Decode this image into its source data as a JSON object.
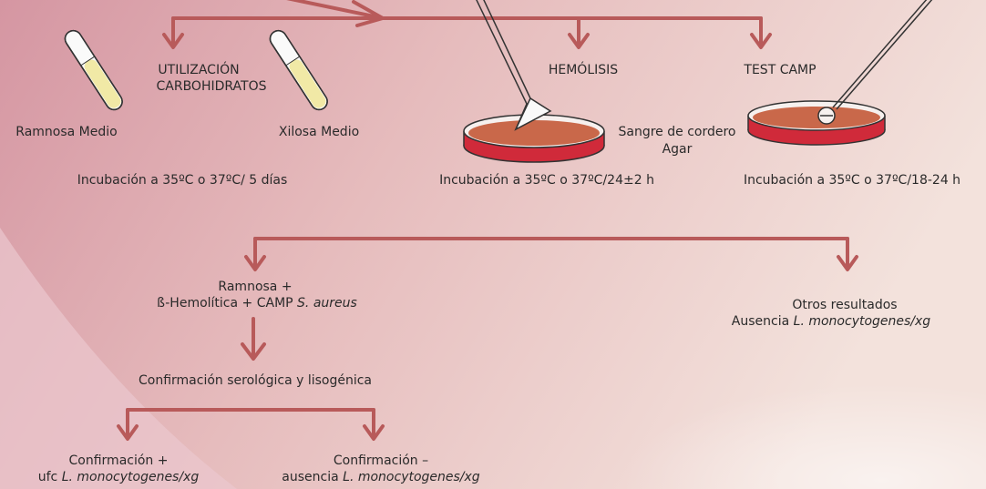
{
  "colors": {
    "arrow": "#b85a5a",
    "agar": "#c9684a",
    "dish_rim": "#d02a3a",
    "tube_fill": "#f1e9a6",
    "bg_light": "#f3e2de",
    "bg_dark": "#d79aa4"
  },
  "icons": [
    "test-tube-icon",
    "petri-dish-icon",
    "inoculation-loop-icon",
    "spreader-icon"
  ],
  "step1": {
    "carbohidratos_1": "UTILIZACIÓN",
    "carbohidratos_2": "CARBOHIDRATOS",
    "ramnosa": "Ramnosa Medio",
    "xilosa": "Xilosa Medio",
    "hemolisis": "HEMÓLISIS",
    "test_camp": "TEST CAMP",
    "sangre_1": "Sangre de cordero",
    "sangre_2": "Agar",
    "incub_carb": "Incubación a 35ºC o 37ºC/ 5 días",
    "incub_hem": "Incubación a 35ºC o 37ºC/24±2 h",
    "incub_camp": "Incubación a 35ºC o 37ºC/18-24 h"
  },
  "step2": {
    "pos_1": "Ramnosa +",
    "pos_2a": "ß-Hemolítica + CAMP ",
    "pos_2b": "S. aureus",
    "otros_1": "Otros resultados",
    "otros_2a": "Ausencia ",
    "otros_2b": "L. monocytogenes/xg",
    "confirm_sero": "Confirmación serológica y lisogénica"
  },
  "step3": {
    "pos_1": "Confirmación +",
    "pos_2a": "ufc ",
    "pos_2b": "L. monocytogenes/xg",
    "neg_1": "Confirmación –",
    "neg_2a": "ausencia ",
    "neg_2b": "L. monocytogenes/xg"
  }
}
